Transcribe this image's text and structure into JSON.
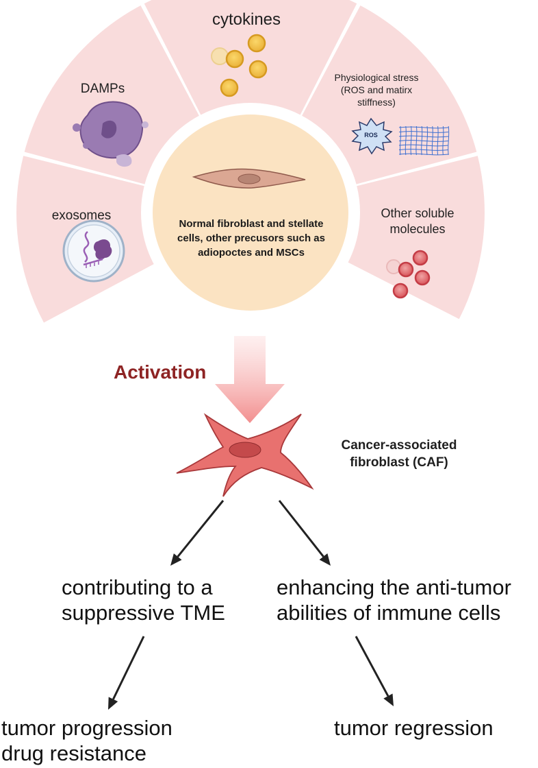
{
  "segments": {
    "exosomes": "exosomes",
    "damps": "DAMPs",
    "cytokines": "cytokines",
    "stress_line1": "Physiological stress",
    "stress_line2": "(ROS and matirx",
    "stress_line3": "stiffness)",
    "ros": "ROS",
    "soluble_line1": "Other soluble",
    "soluble_line2": "molecules"
  },
  "center": {
    "line1": "Normal fibroblast and stellate",
    "line2": "cells, other precusors such as",
    "line3": "adiopoctes and MSCs"
  },
  "activation": "Activation",
  "caf": {
    "line1": "Cancer-associated",
    "line2": "fibroblast (CAF)"
  },
  "outcomes": {
    "left_line1": "contributing to a",
    "left_line2": "suppressive TME",
    "right_line1": "enhancing the anti-tumor",
    "right_line2": "abilities of immune cells",
    "left_result_line1": "tumor progression",
    "left_result_line2": "drug resistance",
    "right_result": "tumor regression"
  },
  "colors": {
    "segment_fill": "#f9dcdc",
    "center_fill": "#fbe3c2",
    "activation_text": "#8e2424",
    "caf_cell": "#e8716f",
    "arrow": "#222222"
  }
}
